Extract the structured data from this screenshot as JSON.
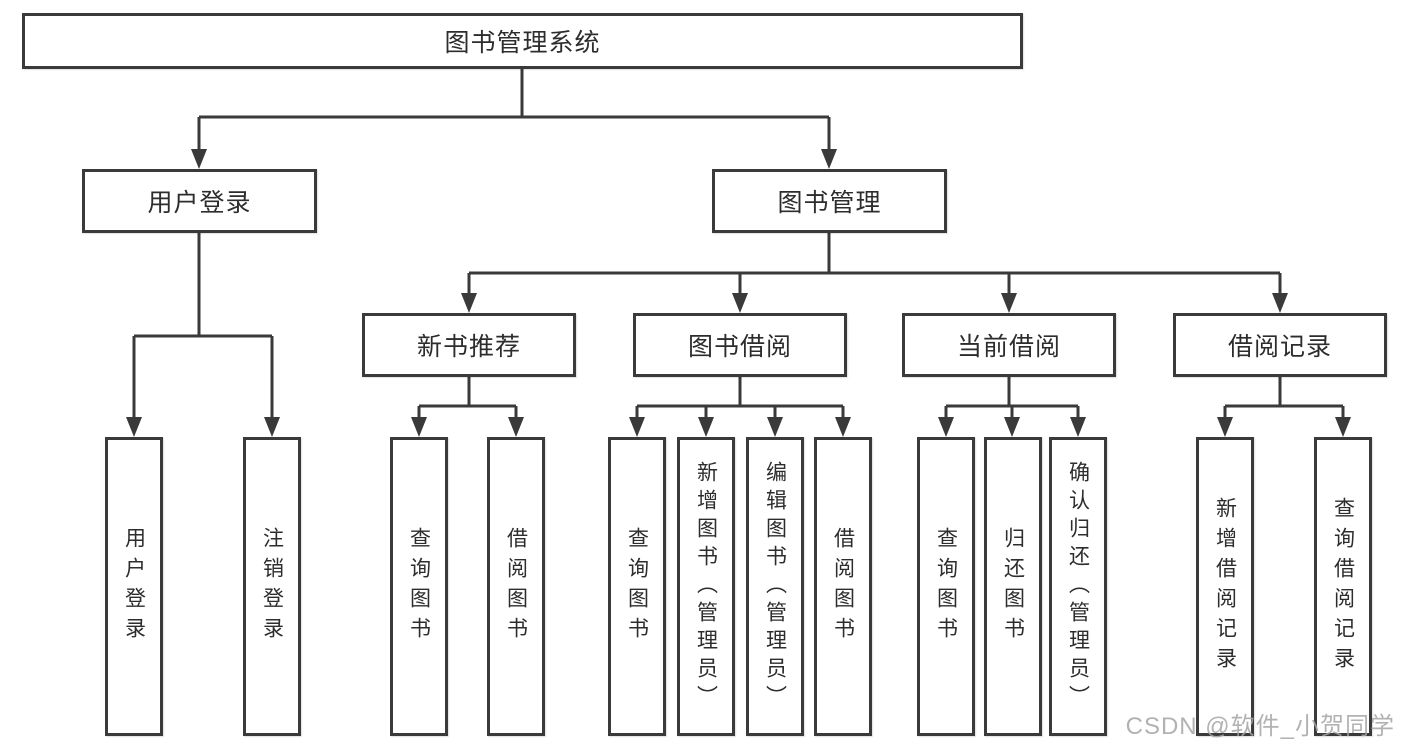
{
  "tree": {
    "root": {
      "label": "图书管理系统",
      "children": [
        {
          "label": "用户登录",
          "children": [
            {
              "label": "用户登录"
            },
            {
              "label": "注销登录"
            }
          ]
        },
        {
          "label": "图书管理",
          "children": [
            {
              "label": "新书推荐",
              "children": [
                {
                  "label": "查询图书"
                },
                {
                  "label": "借阅图书"
                }
              ]
            },
            {
              "label": "图书借阅",
              "children": [
                {
                  "label": "查询图书"
                },
                {
                  "label": "新增图书（管理员）"
                },
                {
                  "label": "编辑图书（管理员）"
                },
                {
                  "label": "借阅图书"
                }
              ]
            },
            {
              "label": "当前借阅",
              "children": [
                {
                  "label": "查询图书"
                },
                {
                  "label": "归还图书"
                },
                {
                  "label": "确认归还（管理员）"
                }
              ]
            },
            {
              "label": "借阅记录",
              "children": [
                {
                  "label": "新增借阅记录"
                },
                {
                  "label": "查询借阅记录"
                }
              ]
            }
          ]
        }
      ]
    },
    "colors": {
      "line": "#3a3a3a",
      "text": "#2d2d2d",
      "watermark": "#a5a5a5",
      "background": "#ffffff"
    }
  },
  "watermark": "CSDN @软件_小贺同学"
}
